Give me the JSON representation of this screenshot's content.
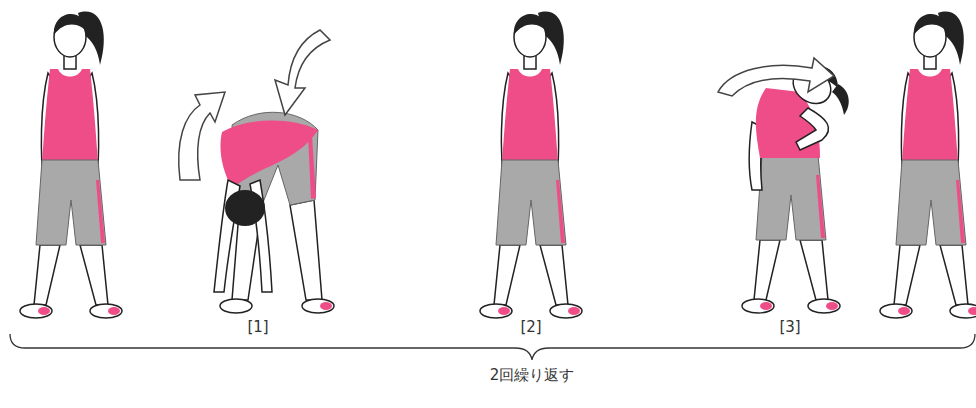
{
  "diagram": {
    "labels": [
      "[1]",
      "[2]",
      "[3]",
      "2回繰り返す"
    ]
  }
}
